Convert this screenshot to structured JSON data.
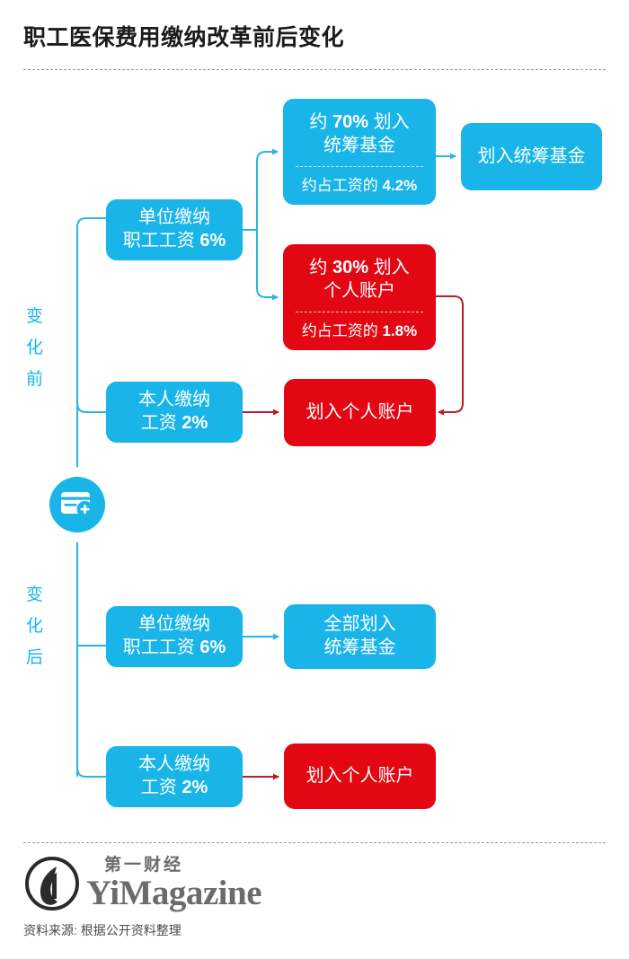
{
  "header": {
    "title": "职工医保费用缴纳改革前后变化"
  },
  "colors": {
    "blue": "#19B5E8",
    "red": "#E30613",
    "blue_line": "#29B6E5",
    "red_line": "#C0182B",
    "title": "#1b1b1b",
    "rule": "#9b9b9b",
    "footer_gray": "#6b6b6b"
  },
  "sections": [
    {
      "id": "before",
      "label": "变化前"
    },
    {
      "id": "after",
      "label": "变化后"
    }
  ],
  "badge": {
    "icon": "credit-card-plus-icon"
  },
  "before": {
    "employer": {
      "line1": "单位缴纳",
      "line2_text": "职工工资",
      "line2_value": "6%"
    },
    "employer_to_pool": {
      "prefix": "约",
      "percent": "70%",
      "suffix": "划入",
      "line2": "统筹基金",
      "note_text": "约占工资的",
      "note_value": "4.2%"
    },
    "employer_to_personal": {
      "prefix": "约",
      "percent": "30%",
      "suffix": "划入",
      "line2": "个人账户",
      "note_text": "约占工资的",
      "note_value": "1.8%"
    },
    "pool_result": {
      "label": "划入统筹基金"
    },
    "employee": {
      "line1": "本人缴纳",
      "line2_text": "工资",
      "line2_value": "2%"
    },
    "personal_result": {
      "label": "划入个人账户"
    }
  },
  "after": {
    "employer": {
      "line1": "单位缴纳",
      "line2_text": "职工工资",
      "line2_value": "6%"
    },
    "pool_result": {
      "line1": "全部划入",
      "line2": "统筹基金"
    },
    "employee": {
      "line1": "本人缴纳",
      "line2_text": "工资",
      "line2_value": "2%"
    },
    "personal_result": {
      "label": "划入个人账户"
    }
  },
  "footer": {
    "logo_cn": "第一财经",
    "logo_en": "YiMagazine",
    "logo_mark": "circle-one-icon",
    "source": "资料来源: 根据公开资料整理"
  }
}
